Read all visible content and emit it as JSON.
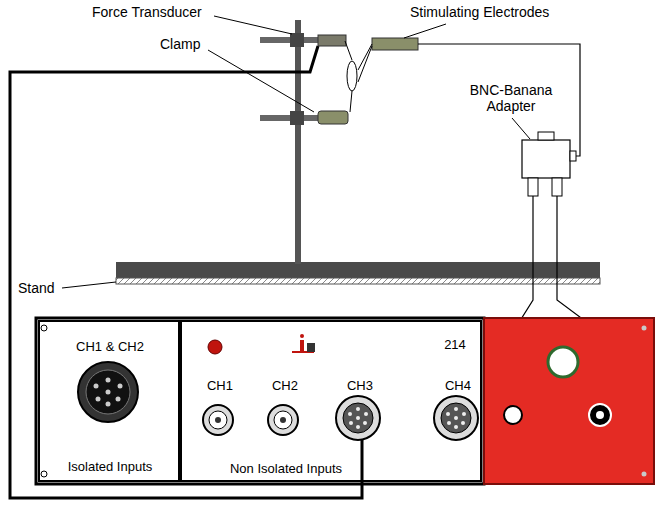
{
  "diagram": {
    "nodes": [
      {
        "text": [
          "CH1 & CH2",
          "Isolated Inputs"
        ]
      },
      {
        "text": [
          "214",
          "CH1",
          "CH2",
          "CH3",
          "CH4",
          "Non Isolated Inputs"
        ]
      }
    ],
    "labels": [
      "Force Transducer",
      "Stimulating Electrodes",
      "Clamp",
      "BNC-Banana Adapter",
      "Stand"
    ]
  }
}
